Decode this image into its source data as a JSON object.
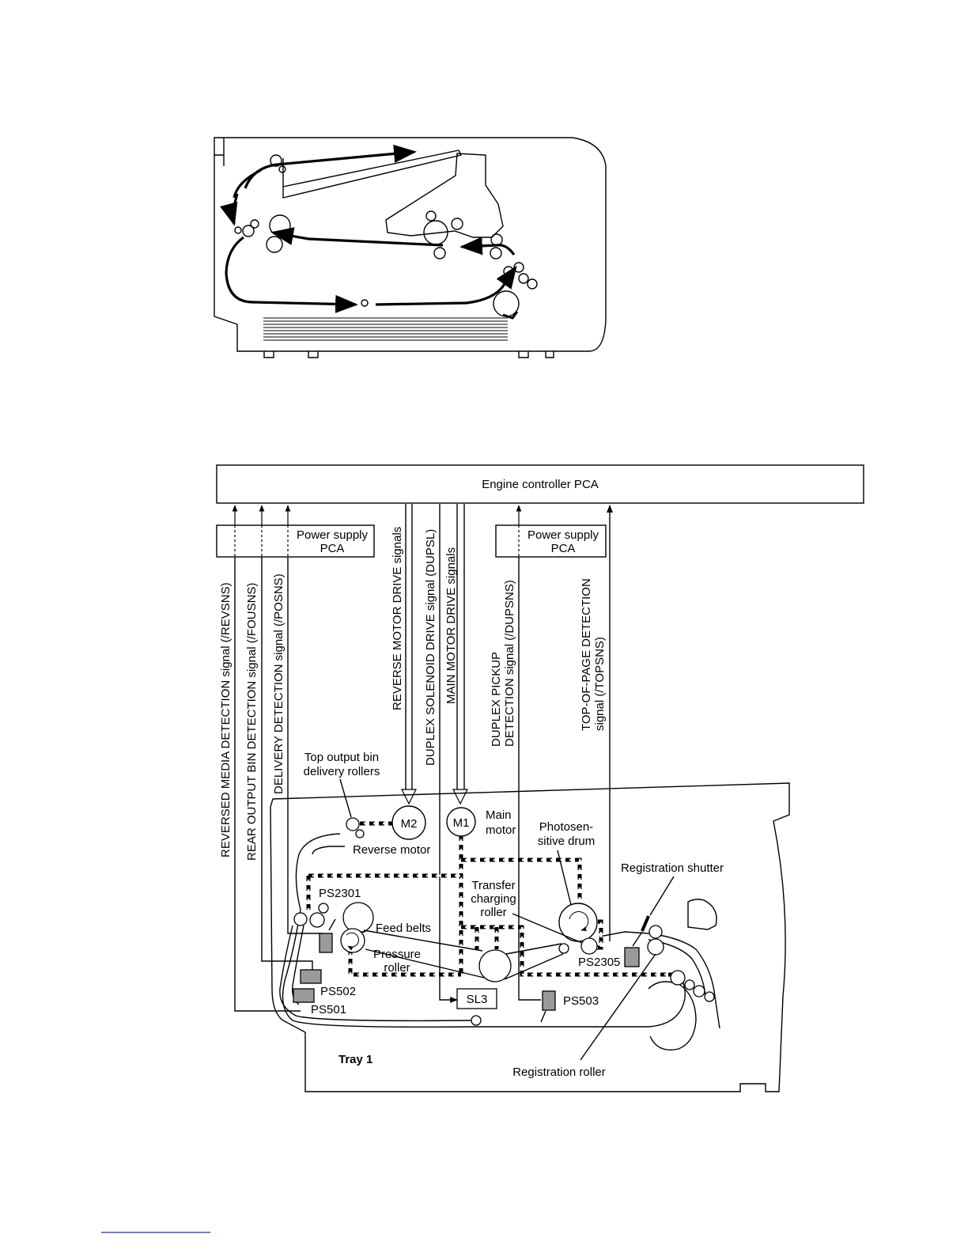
{
  "controller": {
    "label": "Engine controller PCA"
  },
  "power_supplies": [
    {
      "line1": "Power supply",
      "line2": "PCA"
    },
    {
      "line1": "Power supply",
      "line2": "PCA"
    }
  ],
  "signals": {
    "revsns": "REVERSED MEDIA DETECTION signal (/REVSNS)",
    "fousns": "REAR OUTPUT BIN DETECTION signal (/FOUSNS)",
    "posns": "DELIVERY DETECTION signal (/POSNS)",
    "reverse_motor": "REVERSE MOTOR DRIVE signals",
    "dupsl": "DUPLEX SOLENOID DRIVE signal (DUPSL)",
    "main_motor": "MAIN MOTOR DRIVE signals",
    "dupsns_line1": "DUPLEX PICKUP",
    "dupsns_line2": "DETECTION signal (/DUPSNS)",
    "topsns_line1": "TOP-OF-PAGE DETECTION",
    "topsns_line2": "signal (/TOPSNS)"
  },
  "labels": {
    "top_output_line1": "Top output bin",
    "top_output_line2": "delivery rollers",
    "m2": "M2",
    "m1": "M1",
    "main_motor_line1": "Main",
    "main_motor_line2": "motor",
    "reverse_motor": "Reverse motor",
    "photo_line1": "Photosen-",
    "photo_line2": "sitive drum",
    "registration_shutter": "Registration shutter",
    "transfer_line1": "Transfer",
    "transfer_line2": "charging",
    "transfer_line3": "roller",
    "ps2301": "PS2301",
    "feed_belts": "Feed belts",
    "pressure_line1": "Pressure",
    "pressure_line2": "roller",
    "ps2305": "PS2305",
    "ps502": "PS502",
    "ps501": "PS501",
    "sl3": "SL3",
    "ps503": "PS503",
    "tray1": "Tray 1",
    "registration_roller": "Registration roller"
  }
}
